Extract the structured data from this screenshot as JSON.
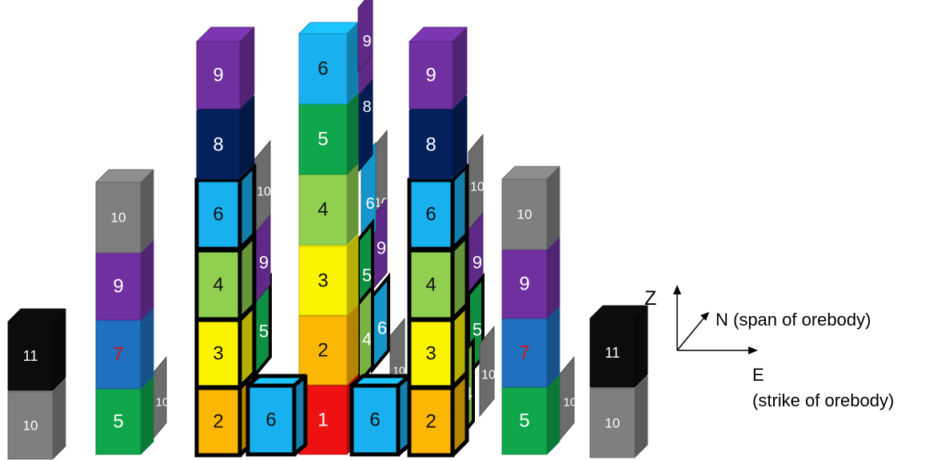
{
  "colors": {
    "1": "#ee1111",
    "2": "#fbb703",
    "3": "#fcf300",
    "4": "#90cf50",
    "5": "#10a74c",
    "6": "#19b0ef",
    "7": "#1f70bf",
    "8": "#04215d",
    "9": "#7030a0",
    "10": "#7f7f7f",
    "11": "#0c0c0c",
    "label_default": "#ffffff",
    "label_dark": "#111111",
    "label_red": "#e01010",
    "outline_thick": "#000000"
  },
  "stacks": [
    {
      "id": "far-left-column",
      "blocks": [
        "10",
        "11"
      ]
    },
    {
      "id": "left-outer-column",
      "blocks": [
        "5",
        "7",
        "9",
        "10"
      ],
      "back_block": "10"
    },
    {
      "id": "left-main-column",
      "blocks": [
        "2",
        "3",
        "4",
        "6",
        "8",
        "9"
      ],
      "back_blocks": [
        "5",
        "9",
        "10"
      ]
    },
    {
      "id": "center-left-column",
      "blocks": [
        "6"
      ]
    },
    {
      "id": "center-column",
      "blocks": [
        "1",
        "2",
        "3",
        "4",
        "5",
        "6"
      ],
      "back_blocks": [
        "4",
        "5",
        "6",
        "8",
        "9",
        "10"
      ]
    },
    {
      "id": "center-right-column",
      "blocks": [
        "6"
      ],
      "back_blocks": [
        "6",
        "9",
        "10"
      ]
    },
    {
      "id": "right-main-column",
      "blocks": [
        "2",
        "3",
        "4",
        "6",
        "8",
        "9"
      ],
      "back_blocks": [
        "4",
        "5",
        "9",
        "10"
      ]
    },
    {
      "id": "right-outer-column",
      "blocks": [
        "5",
        "7",
        "9",
        "10"
      ],
      "back_block": "10"
    },
    {
      "id": "far-right-column",
      "blocks": [
        "10",
        "11"
      ]
    }
  ],
  "axes": {
    "z_label": "Z",
    "n_label": "N (span of orebody)",
    "e_label": "E",
    "e_sublabel": "(strike of orebody)"
  }
}
